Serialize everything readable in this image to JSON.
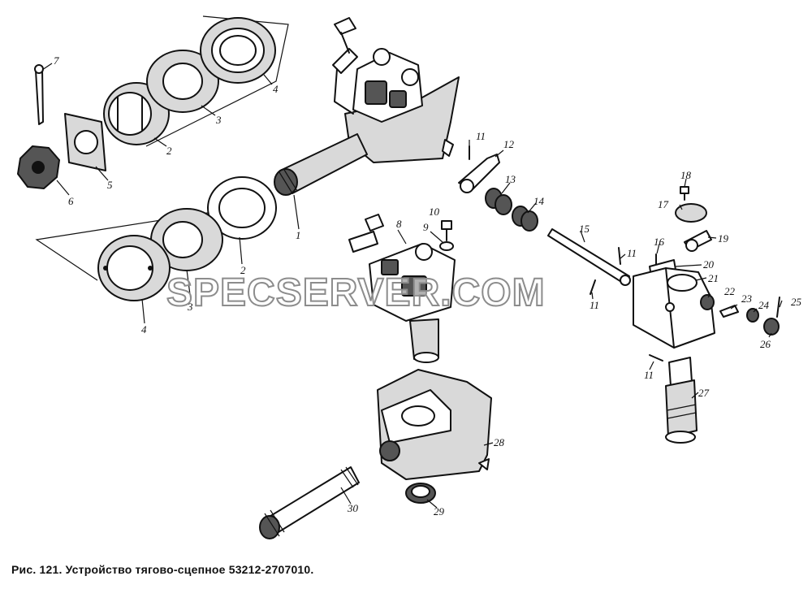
{
  "caption": "Рис. 121. Устройство тягово-сцепное 53212-2707010.",
  "watermark": "SPECSERVER.COM",
  "callouts": {
    "n1": "1",
    "n2a": "2",
    "n2b": "2",
    "n3a": "3",
    "n3b": "3",
    "n4a": "4",
    "n4b": "4",
    "n5": "5",
    "n6": "6",
    "n7": "7",
    "n8": "8",
    "n9": "9",
    "n10": "10",
    "n11a": "11",
    "n11b": "11",
    "n11c": "11",
    "n11d": "11",
    "n12": "12",
    "n13": "13",
    "n14": "14",
    "n15": "15",
    "n16": "16",
    "n17": "17",
    "n18": "18",
    "n19": "19",
    "n20": "20",
    "n21": "21",
    "n22": "22",
    "n23": "23",
    "n24": "24",
    "n25": "25",
    "n26": "26",
    "n27": "27",
    "n28": "28",
    "n29": "29",
    "n30": "30"
  }
}
